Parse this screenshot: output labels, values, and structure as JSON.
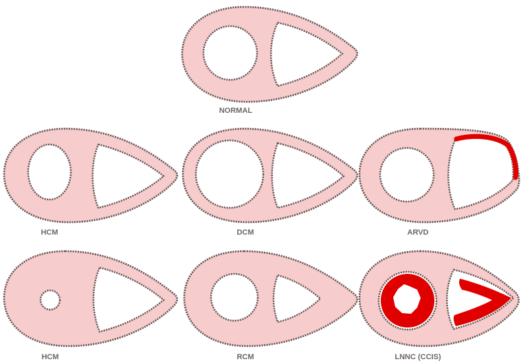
{
  "panels": [
    {
      "id": "normal",
      "label": "NORMAL"
    },
    {
      "id": "hcm",
      "label": "HCM"
    },
    {
      "id": "dcm",
      "label": "DCM"
    },
    {
      "id": "arvd",
      "label": "ARVD"
    },
    {
      "id": "hcm2",
      "label": "HCM"
    },
    {
      "id": "rcm",
      "label": "RCM"
    },
    {
      "id": "lvnc",
      "label": "LNNC (CCIS)"
    }
  ],
  "colors": {
    "myocardium": "#f6cccc",
    "outline": "#6a5555",
    "cavity": "#ffffff",
    "lesion": "#e00000",
    "label": "#6e6666"
  }
}
